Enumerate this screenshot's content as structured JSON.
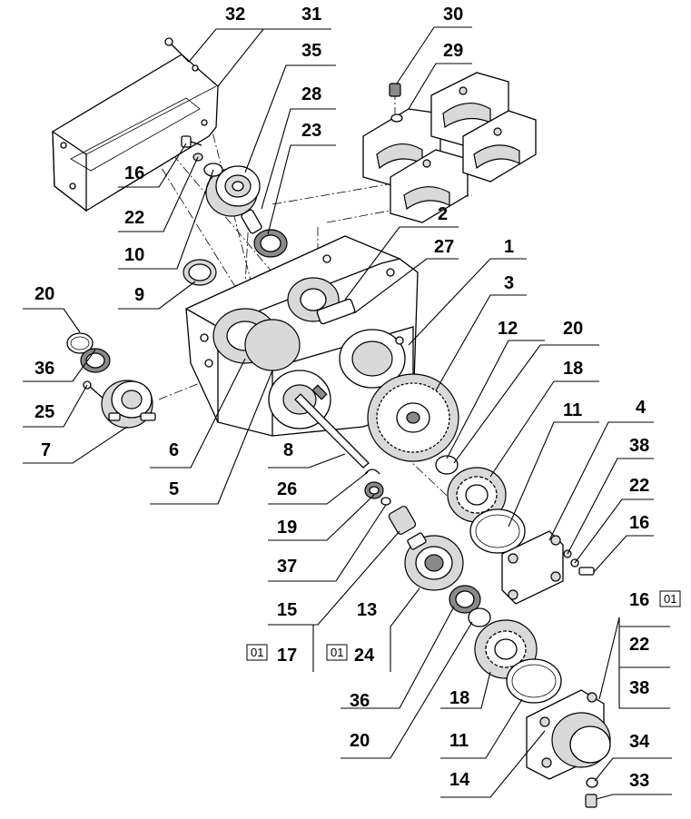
{
  "labels": {
    "p32": "32",
    "p31": "31",
    "p30": "30",
    "p29": "29",
    "p35": "35",
    "p28": "28",
    "p23": "23",
    "p16a": "16",
    "p22a": "22",
    "p10": "10",
    "p2": "2",
    "p27": "27",
    "p1": "1",
    "p9": "9",
    "p20a": "20",
    "p3": "3",
    "p12": "12",
    "p20b": "20",
    "p36a": "36",
    "p18a": "18",
    "p25": "25",
    "p11a": "11",
    "p4": "4",
    "p7": "7",
    "p6": "6",
    "p8": "8",
    "p38a": "38",
    "p22b": "22",
    "p26": "26",
    "p5": "5",
    "p16b": "16",
    "p19": "19",
    "p37": "37",
    "p15": "15",
    "p13": "13",
    "p16c": "16",
    "p22c": "22",
    "p38b": "38",
    "p17": "17",
    "p24": "24",
    "p36b": "36",
    "p18b": "18",
    "p34": "34",
    "p20c": "20",
    "p11b": "11",
    "p33": "33",
    "p14": "14"
  },
  "variant_boxes": {
    "box17": "01",
    "box24": "01",
    "box16": "01"
  }
}
